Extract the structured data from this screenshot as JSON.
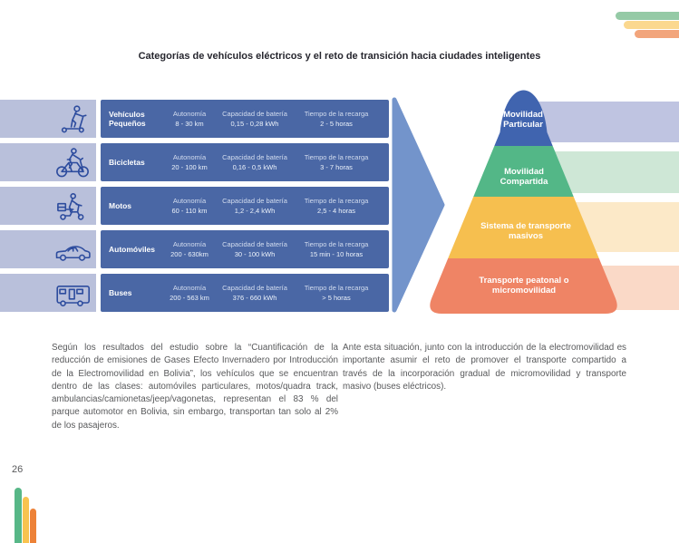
{
  "title": "Categorías de vehículos eléctricos y el reto de transición hacia ciudades inteligentes",
  "table": {
    "headers": [
      "Autonomía",
      "Capacidad de batería",
      "Tiempo de la recarga"
    ],
    "rows": [
      {
        "icon": "kick-scooter",
        "label": "Vehículos Pequeños",
        "autonomia": "8 - 30 km",
        "bateria": "0,15 - 0,28 kWh",
        "recarga": "2 - 5 horas"
      },
      {
        "icon": "bicycle",
        "label": "Bicicletas",
        "autonomia": "20 - 100 km",
        "bateria": "0,16 - 0,5 kWh",
        "recarga": "3 - 7 horas"
      },
      {
        "icon": "delivery-scooter",
        "label": "Motos",
        "autonomia": "60 - 110 km",
        "bateria": "1,2 - 2,4 kWh",
        "recarga": "2,5 - 4 horas"
      },
      {
        "icon": "car",
        "label": "Automóviles",
        "autonomia": "200 - 630km",
        "bateria": "30 - 100 kWh",
        "recarga": "15 min - 10 horas"
      },
      {
        "icon": "bus",
        "label": "Buses",
        "autonomia": "200 - 563 km",
        "bateria": "376 - 660 kWh",
        "recarga": "> 5 horas"
      }
    ]
  },
  "pyramid": {
    "levels": [
      {
        "label": "Movilidad\nParticular",
        "color": "#4064AF",
        "band_color": "#BFC4E1"
      },
      {
        "label": "Movilidad\nCompartida",
        "color": "#53B787",
        "band_color": "#CEE7D6"
      },
      {
        "label": "Sistema de transporte\nmasivos",
        "color": "#F6BF4F",
        "band_color": "#FCE9C8"
      },
      {
        "label": "Transporte peatonal o\nmicromovilidad",
        "color": "#EF8465",
        "band_color": "#FAD9C7"
      }
    ]
  },
  "paragraphs": {
    "left": "Según los resultados del estudio sobre la “Cuantificación de la reducción de emisiones de Gases Efecto Invernadero por Introducción de la Electromovilidad en Bolivia”, los vehículos que se encuentran dentro de las clases: automóviles particulares, motos/quadra track, ambulancias/camionetas/jeep/vagonetas, representan el 83 % del parque automotor en Bolivia, sin embargo, transportan tan solo al 2% de los pasajeros.",
    "right": "Ante esta situación, junto con la introducción de la electromovilidad es importante asumir el reto de promover el transporte compartido a través de la incorporación gradual de micromovilidad y transporte masivo (buses eléctricos)."
  },
  "page_number": "26",
  "colors": {
    "page-bg": "#FFFFFF",
    "title-text": "#26262E",
    "body-text": "#58595B",
    "page-number-text": "#58595B",
    "row-blue": "#4A67A5",
    "row-lavender": "#B9C0DB",
    "icon-stroke": "#2D4C9E",
    "row-header-text": "#D3DDEF",
    "row-value-text": "#EDF3FB",
    "row-label-text": "#FFFFFF",
    "arrow-blue": "#7394CB",
    "deco-top-green": "#95CAA6",
    "deco-top-yellow": "#FBD88F",
    "deco-top-orange": "#F2A57C",
    "deco-bottom-green": "#57B787",
    "deco-bottom-yellow": "#F9C34F",
    "deco-bottom-orange": "#ED8238"
  }
}
